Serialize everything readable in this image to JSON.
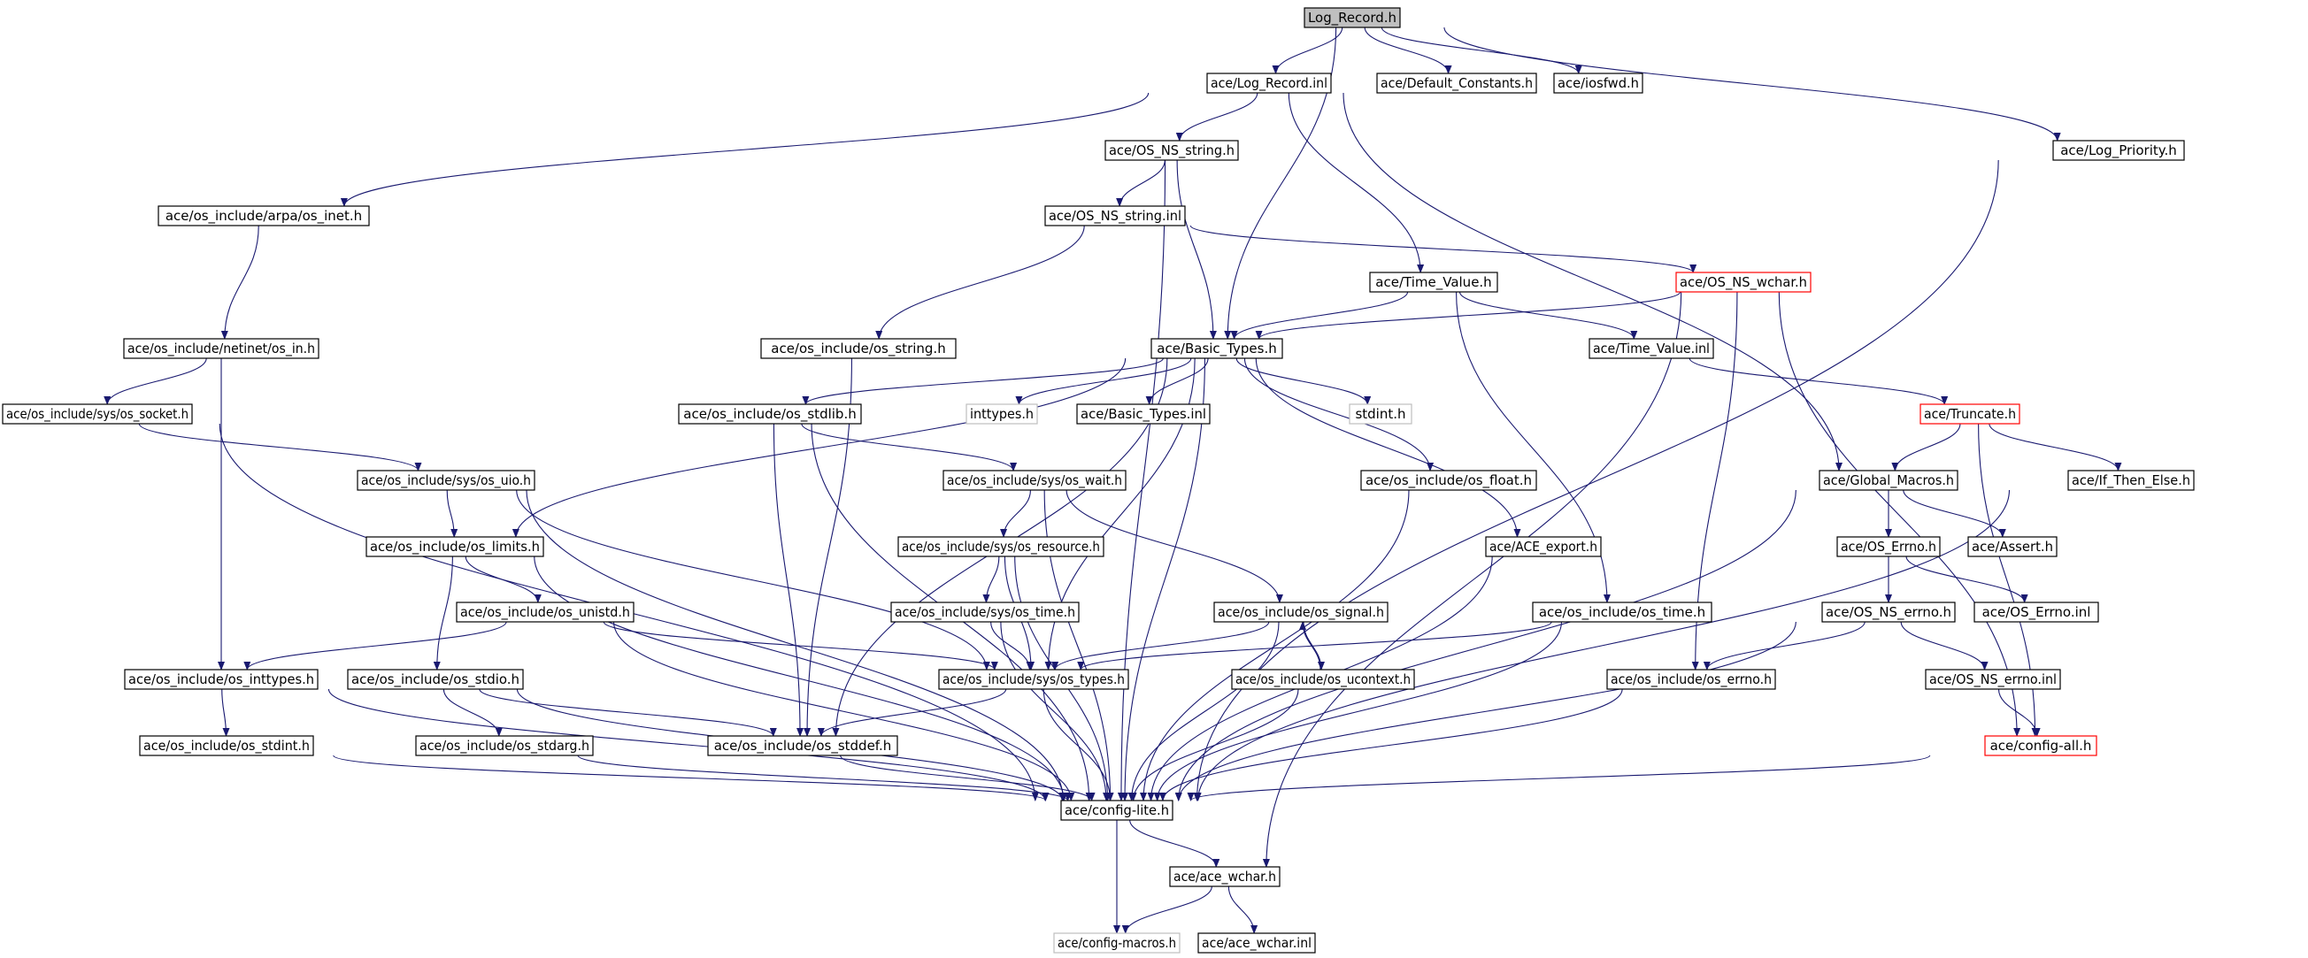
{
  "colors": {
    "edge": "#191970",
    "node_border": "#000000",
    "node_border_truncated": "#ff0000",
    "node_border_external": "#bfbfbf",
    "root_fill": "#bfbfbf",
    "node_fill": "#ffffff"
  },
  "nodes": [
    {
      "id": "n_log_record_h",
      "label": "Log_Record.h",
      "kind": "root"
    },
    {
      "id": "n_log_record_inl",
      "label": "ace/Log_Record.inl",
      "kind": "normal"
    },
    {
      "id": "n_default_constants",
      "label": "ace/Default_Constants.h",
      "kind": "normal"
    },
    {
      "id": "n_iosfwd",
      "label": "ace/iosfwd.h",
      "kind": "normal"
    },
    {
      "id": "n_os_ns_string_h",
      "label": "ace/OS_NS_string.h",
      "kind": "normal"
    },
    {
      "id": "n_log_priority",
      "label": "ace/Log_Priority.h",
      "kind": "normal"
    },
    {
      "id": "n_arpa_inet",
      "label": "ace/os_include/arpa/os_inet.h",
      "kind": "normal"
    },
    {
      "id": "n_os_ns_string_inl",
      "label": "ace/OS_NS_string.inl",
      "kind": "normal"
    },
    {
      "id": "n_time_value_h",
      "label": "ace/Time_Value.h",
      "kind": "normal"
    },
    {
      "id": "n_os_ns_wchar",
      "label": "ace/OS_NS_wchar.h",
      "kind": "truncated"
    },
    {
      "id": "n_netinet_in",
      "label": "ace/os_include/netinet/os_in.h",
      "kind": "normal"
    },
    {
      "id": "n_os_string",
      "label": "ace/os_include/os_string.h",
      "kind": "normal"
    },
    {
      "id": "n_basic_types_h",
      "label": "ace/Basic_Types.h",
      "kind": "normal"
    },
    {
      "id": "n_time_value_inl",
      "label": "ace/Time_Value.inl",
      "kind": "normal"
    },
    {
      "id": "n_sys_socket",
      "label": "ace/os_include/sys/os_socket.h",
      "kind": "normal"
    },
    {
      "id": "n_os_stdlib",
      "label": "ace/os_include/os_stdlib.h",
      "kind": "normal"
    },
    {
      "id": "n_inttypes_h",
      "label": "inttypes.h",
      "kind": "external"
    },
    {
      "id": "n_basic_types_inl",
      "label": "ace/Basic_Types.inl",
      "kind": "normal"
    },
    {
      "id": "n_stdint_h",
      "label": "stdint.h",
      "kind": "external"
    },
    {
      "id": "n_truncate",
      "label": "ace/Truncate.h",
      "kind": "truncated"
    },
    {
      "id": "n_sys_uio",
      "label": "ace/os_include/sys/os_uio.h",
      "kind": "normal"
    },
    {
      "id": "n_sys_wait",
      "label": "ace/os_include/sys/os_wait.h",
      "kind": "normal"
    },
    {
      "id": "n_os_float",
      "label": "ace/os_include/os_float.h",
      "kind": "normal"
    },
    {
      "id": "n_global_macros",
      "label": "ace/Global_Macros.h",
      "kind": "normal"
    },
    {
      "id": "n_if_then_else",
      "label": "ace/If_Then_Else.h",
      "kind": "normal"
    },
    {
      "id": "n_os_limits",
      "label": "ace/os_include/os_limits.h",
      "kind": "normal"
    },
    {
      "id": "n_sys_resource",
      "label": "ace/os_include/sys/os_resource.h",
      "kind": "normal"
    },
    {
      "id": "n_ace_export",
      "label": "ace/ACE_export.h",
      "kind": "normal"
    },
    {
      "id": "n_os_errno_h",
      "label": "ace/OS_Errno.h",
      "kind": "normal"
    },
    {
      "id": "n_assert",
      "label": "ace/Assert.h",
      "kind": "normal"
    },
    {
      "id": "n_os_unistd",
      "label": "ace/os_include/os_unistd.h",
      "kind": "normal"
    },
    {
      "id": "n_sys_time",
      "label": "ace/os_include/sys/os_time.h",
      "kind": "normal"
    },
    {
      "id": "n_os_signal",
      "label": "ace/os_include/os_signal.h",
      "kind": "normal"
    },
    {
      "id": "n_os_time",
      "label": "ace/os_include/os_time.h",
      "kind": "normal"
    },
    {
      "id": "n_os_ns_errno_h",
      "label": "ace/OS_NS_errno.h",
      "kind": "normal"
    },
    {
      "id": "n_os_errno_inl",
      "label": "ace/OS_Errno.inl",
      "kind": "normal"
    },
    {
      "id": "n_os_inttypes",
      "label": "ace/os_include/os_inttypes.h",
      "kind": "normal"
    },
    {
      "id": "n_os_stdio",
      "label": "ace/os_include/os_stdio.h",
      "kind": "normal"
    },
    {
      "id": "n_sys_types",
      "label": "ace/os_include/sys/os_types.h",
      "kind": "normal"
    },
    {
      "id": "n_os_ucontext",
      "label": "ace/os_include/os_ucontext.h",
      "kind": "normal"
    },
    {
      "id": "n_os_errno_inc",
      "label": "ace/os_include/os_errno.h",
      "kind": "normal"
    },
    {
      "id": "n_os_ns_errno_inl",
      "label": "ace/OS_NS_errno.inl",
      "kind": "normal"
    },
    {
      "id": "n_os_stdint",
      "label": "ace/os_include/os_stdint.h",
      "kind": "normal"
    },
    {
      "id": "n_os_stdarg",
      "label": "ace/os_include/os_stdarg.h",
      "kind": "normal"
    },
    {
      "id": "n_os_stddef",
      "label": "ace/os_include/os_stddef.h",
      "kind": "normal"
    },
    {
      "id": "n_config_all",
      "label": "ace/config-all.h",
      "kind": "truncated"
    },
    {
      "id": "n_config_lite",
      "label": "ace/config-lite.h",
      "kind": "normal"
    },
    {
      "id": "n_ace_wchar_h",
      "label": "ace/ace_wchar.h",
      "kind": "normal"
    },
    {
      "id": "n_config_macros",
      "label": "ace/config-macros.h",
      "kind": "external"
    },
    {
      "id": "n_ace_wchar_inl",
      "label": "ace/ace_wchar.inl",
      "kind": "normal"
    }
  ],
  "edges": [
    [
      "n_log_record_h",
      "n_log_record_inl"
    ],
    [
      "n_log_record_h",
      "n_default_constants"
    ],
    [
      "n_log_record_h",
      "n_iosfwd"
    ],
    [
      "n_log_record_h",
      "n_log_priority"
    ],
    [
      "n_log_record_h",
      "n_basic_types_h"
    ],
    [
      "n_log_record_inl",
      "n_os_ns_string_h"
    ],
    [
      "n_log_record_inl",
      "n_arpa_inet"
    ],
    [
      "n_log_record_inl",
      "n_time_value_h"
    ],
    [
      "n_log_record_inl",
      "n_global_macros"
    ],
    [
      "n_os_ns_string_h",
      "n_os_ns_string_inl"
    ],
    [
      "n_os_ns_string_h",
      "n_basic_types_h"
    ],
    [
      "n_os_ns_string_h",
      "n_config_lite"
    ],
    [
      "n_os_ns_string_inl",
      "n_os_ns_wchar"
    ],
    [
      "n_os_ns_string_inl",
      "n_os_string"
    ],
    [
      "n_log_priority",
      "n_config_lite"
    ],
    [
      "n_arpa_inet",
      "n_netinet_in"
    ],
    [
      "n_netinet_in",
      "n_sys_socket"
    ],
    [
      "n_netinet_in",
      "n_os_inttypes"
    ],
    [
      "n_sys_socket",
      "n_sys_uio"
    ],
    [
      "n_sys_socket",
      "n_config_lite"
    ],
    [
      "n_time_value_h",
      "n_basic_types_h"
    ],
    [
      "n_time_value_h",
      "n_time_value_inl"
    ],
    [
      "n_time_value_h",
      "n_os_time"
    ],
    [
      "n_os_ns_wchar",
      "n_basic_types_h"
    ],
    [
      "n_os_ns_wchar",
      "n_os_errno_inc"
    ],
    [
      "n_os_ns_wchar",
      "n_config_all"
    ],
    [
      "n_os_ns_wchar",
      "n_ace_wchar_h"
    ],
    [
      "n_time_value_inl",
      "n_truncate"
    ],
    [
      "n_truncate",
      "n_global_macros"
    ],
    [
      "n_truncate",
      "n_if_then_else"
    ],
    [
      "n_truncate",
      "n_config_all"
    ],
    [
      "n_os_string",
      "n_os_stddef"
    ],
    [
      "n_basic_types_h",
      "n_os_limits"
    ],
    [
      "n_basic_types_h",
      "n_os_stdlib"
    ],
    [
      "n_basic_types_h",
      "n_inttypes_h"
    ],
    [
      "n_basic_types_h",
      "n_basic_types_inl"
    ],
    [
      "n_basic_types_h",
      "n_stdint_h"
    ],
    [
      "n_basic_types_h",
      "n_os_float"
    ],
    [
      "n_basic_types_h",
      "n_ace_export"
    ],
    [
      "n_basic_types_h",
      "n_sys_types"
    ],
    [
      "n_basic_types_h",
      "n_os_stddef"
    ],
    [
      "n_basic_types_h",
      "n_config_lite"
    ],
    [
      "n_os_stdlib",
      "n_sys_wait"
    ],
    [
      "n_os_stdlib",
      "n_os_stddef"
    ],
    [
      "n_os_stdlib",
      "n_config_lite"
    ],
    [
      "n_sys_uio",
      "n_os_limits"
    ],
    [
      "n_sys_uio",
      "n_sys_types"
    ],
    [
      "n_sys_uio",
      "n_config_lite"
    ],
    [
      "n_sys_wait",
      "n_sys_resource"
    ],
    [
      "n_sys_wait",
      "n_os_signal"
    ],
    [
      "n_sys_wait",
      "n_config_lite"
    ],
    [
      "n_sys_resource",
      "n_sys_time"
    ],
    [
      "n_sys_resource",
      "n_sys_types"
    ],
    [
      "n_sys_resource",
      "n_config_lite"
    ],
    [
      "n_sys_time",
      "n_sys_types"
    ],
    [
      "n_sys_time",
      "n_config_lite"
    ],
    [
      "n_os_signal",
      "n_sys_types"
    ],
    [
      "n_os_signal",
      "n_os_ucontext"
    ],
    [
      "n_os_signal",
      "n_config_lite"
    ],
    [
      "n_os_ucontext",
      "n_os_signal"
    ],
    [
      "n_os_ucontext",
      "n_config_lite"
    ],
    [
      "n_os_limits",
      "n_os_unistd"
    ],
    [
      "n_os_limits",
      "n_os_stdio"
    ],
    [
      "n_os_limits",
      "n_config_lite"
    ],
    [
      "n_os_unistd",
      "n_os_inttypes"
    ],
    [
      "n_os_unistd",
      "n_sys_types"
    ],
    [
      "n_os_unistd",
      "n_config_lite"
    ],
    [
      "n_os_inttypes",
      "n_os_stdint"
    ],
    [
      "n_os_inttypes",
      "n_config_lite"
    ],
    [
      "n_os_stdint",
      "n_config_lite"
    ],
    [
      "n_os_stdio",
      "n_os_stdarg"
    ],
    [
      "n_os_stdio",
      "n_os_stddef"
    ],
    [
      "n_os_stdio",
      "n_config_lite"
    ],
    [
      "n_os_stdarg",
      "n_config_lite"
    ],
    [
      "n_os_stddef",
      "n_config_lite"
    ],
    [
      "n_sys_types",
      "n_os_stddef"
    ],
    [
      "n_sys_types",
      "n_config_lite"
    ],
    [
      "n_os_float",
      "n_config_lite"
    ],
    [
      "n_ace_export",
      "n_config_lite"
    ],
    [
      "n_os_time",
      "n_sys_types"
    ],
    [
      "n_os_time",
      "n_config_lite"
    ],
    [
      "n_global_macros",
      "n_os_errno_h"
    ],
    [
      "n_global_macros",
      "n_assert"
    ],
    [
      "n_global_macros",
      "n_config_lite"
    ],
    [
      "n_os_errno_h",
      "n_os_ns_errno_h"
    ],
    [
      "n_os_errno_h",
      "n_os_errno_inl"
    ],
    [
      "n_os_ns_errno_h",
      "n_os_errno_inc"
    ],
    [
      "n_os_ns_errno_h",
      "n_os_ns_errno_inl"
    ],
    [
      "n_os_ns_errno_h",
      "n_config_lite"
    ],
    [
      "n_os_ns_errno_inl",
      "n_config_all"
    ],
    [
      "n_os_errno_inc",
      "n_config_lite"
    ],
    [
      "n_if_then_else",
      "n_config_lite"
    ],
    [
      "n_config_all",
      "n_config_lite"
    ],
    [
      "n_config_lite",
      "n_ace_wchar_h"
    ],
    [
      "n_config_lite",
      "n_config_macros"
    ],
    [
      "n_ace_wchar_h",
      "n_config_macros"
    ],
    [
      "n_ace_wchar_h",
      "n_ace_wchar_inl"
    ]
  ]
}
